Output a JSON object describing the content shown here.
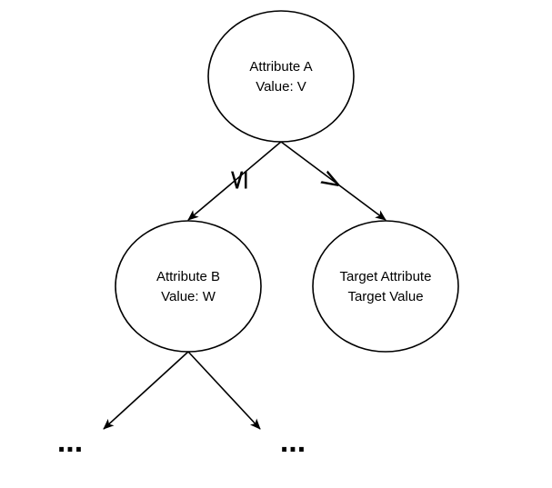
{
  "diagram": {
    "type": "decision-tree",
    "nodes": {
      "root": {
        "line1": "Attribute A",
        "line2": "Value: V"
      },
      "left": {
        "line1": "Attribute B",
        "line2": "Value: W"
      },
      "right": {
        "line1": "Target Attribute",
        "line2": "Target Value"
      },
      "leaf_left": {
        "text": "..."
      },
      "leaf_right": {
        "text": "..."
      }
    },
    "edges": {
      "root_left": {
        "from": "root",
        "to": "left",
        "label": "≤"
      },
      "root_right": {
        "from": "root",
        "to": "right",
        "label": ">"
      },
      "left_leaf_left": {
        "from": "left",
        "to": "leaf_left",
        "label": ""
      },
      "left_leaf_right": {
        "from": "left",
        "to": "leaf_right",
        "label": ""
      }
    }
  }
}
